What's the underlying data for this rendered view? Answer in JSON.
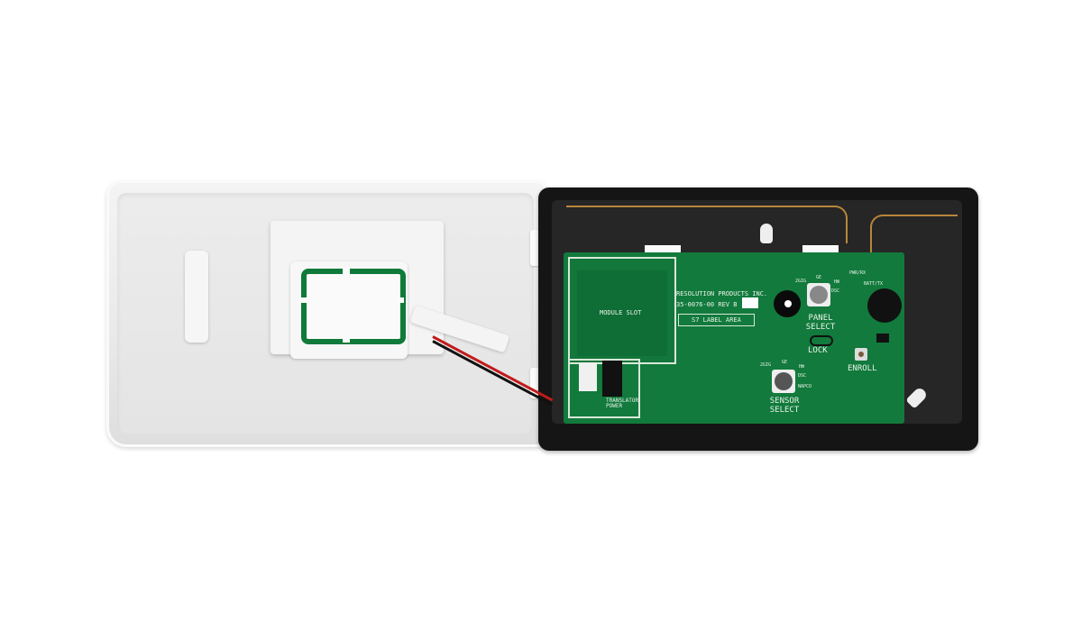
{
  "pcb": {
    "manufacturer": "RESOLUTION PRODUCTS INC.",
    "part_number": "35-0076-00 REV B",
    "label_area": "S7 LABEL AREA",
    "module_slot": "MODULE SLOT",
    "translator_power": "TRANSLATOR POWER",
    "panel_select": "PANEL SELECT",
    "sensor_select": "SENSOR SELECT",
    "lock": "LOCK",
    "enroll": "ENROLL",
    "pwr_rx": "PWR/RX",
    "batt_tx": "BATT/TX",
    "dial_labels": {
      "a": "2GIG",
      "b": "GE",
      "c": "HW",
      "d": "DSC",
      "e": "NAPCO"
    }
  },
  "colors": {
    "pcb": "#127a3c",
    "housing_base": "#151515",
    "housing_lid": "#ececec",
    "trace": "#b8863a"
  }
}
